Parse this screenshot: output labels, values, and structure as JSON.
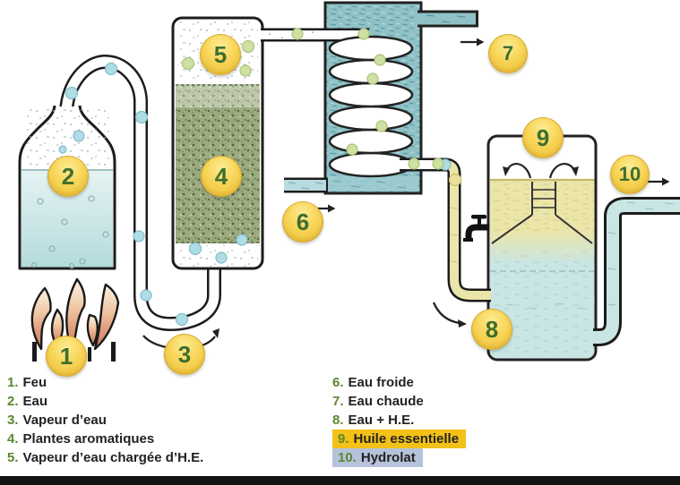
{
  "diagram": {
    "badges": [
      "1",
      "2",
      "3",
      "4",
      "5",
      "6",
      "7",
      "8",
      "9",
      "10"
    ]
  },
  "legend": {
    "left": [
      {
        "num": "1.",
        "label": "Feu"
      },
      {
        "num": "2.",
        "label": "Eau"
      },
      {
        "num": "3.",
        "label": "Vapeur d’eau"
      },
      {
        "num": "4.",
        "label": "Plantes aromatiques"
      },
      {
        "num": "5.",
        "label": "Vapeur d’eau chargée d’H.E."
      }
    ],
    "right": [
      {
        "num": "6.",
        "label": "Eau froide"
      },
      {
        "num": "7.",
        "label": "Eau chaude"
      },
      {
        "num": "8.",
        "label": "Eau + H.E."
      },
      {
        "num": "9.",
        "label": "Huile essentielle"
      },
      {
        "num": "10.",
        "label": "Hydrolat"
      }
    ]
  },
  "colors": {
    "badge_fill": "#f5c93f",
    "badge_number": "#3f6e2f",
    "legend_number": "#5c8730",
    "highlight_oil": "#f3c117",
    "highlight_hydrolat": "#b6c2da",
    "flask_water": "#c2e0e1",
    "condenser_water": "#8fc2c7",
    "plants_green": "#9cab80",
    "oil_yellow": "#ebe5a9",
    "hydrolat_blue": "#c9e5e4",
    "flame": "#d8886a",
    "steam_bubble": "#aedde6",
    "oil_bubble": "#cfe0a2"
  }
}
